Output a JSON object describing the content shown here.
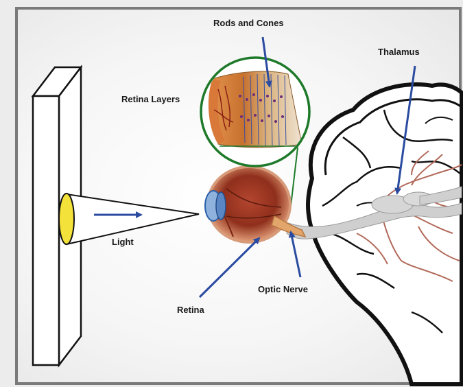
{
  "labels": {
    "rods_and_cones": "Rods and Cones",
    "thalamus": "Thalamus",
    "retina_layers": "Retina Layers",
    "light": "Light",
    "retina": "Retina",
    "optic_nerve": "Optic Nerve"
  },
  "colors": {
    "arrow": "#2a4ba0",
    "lens_circle": "#1e7a2a",
    "light_source": "#f3e23a",
    "frame": "#7a7a7a",
    "brain_outline": "#111111",
    "nerve": "#c8c8c8",
    "vessels": "#b26a5a"
  }
}
